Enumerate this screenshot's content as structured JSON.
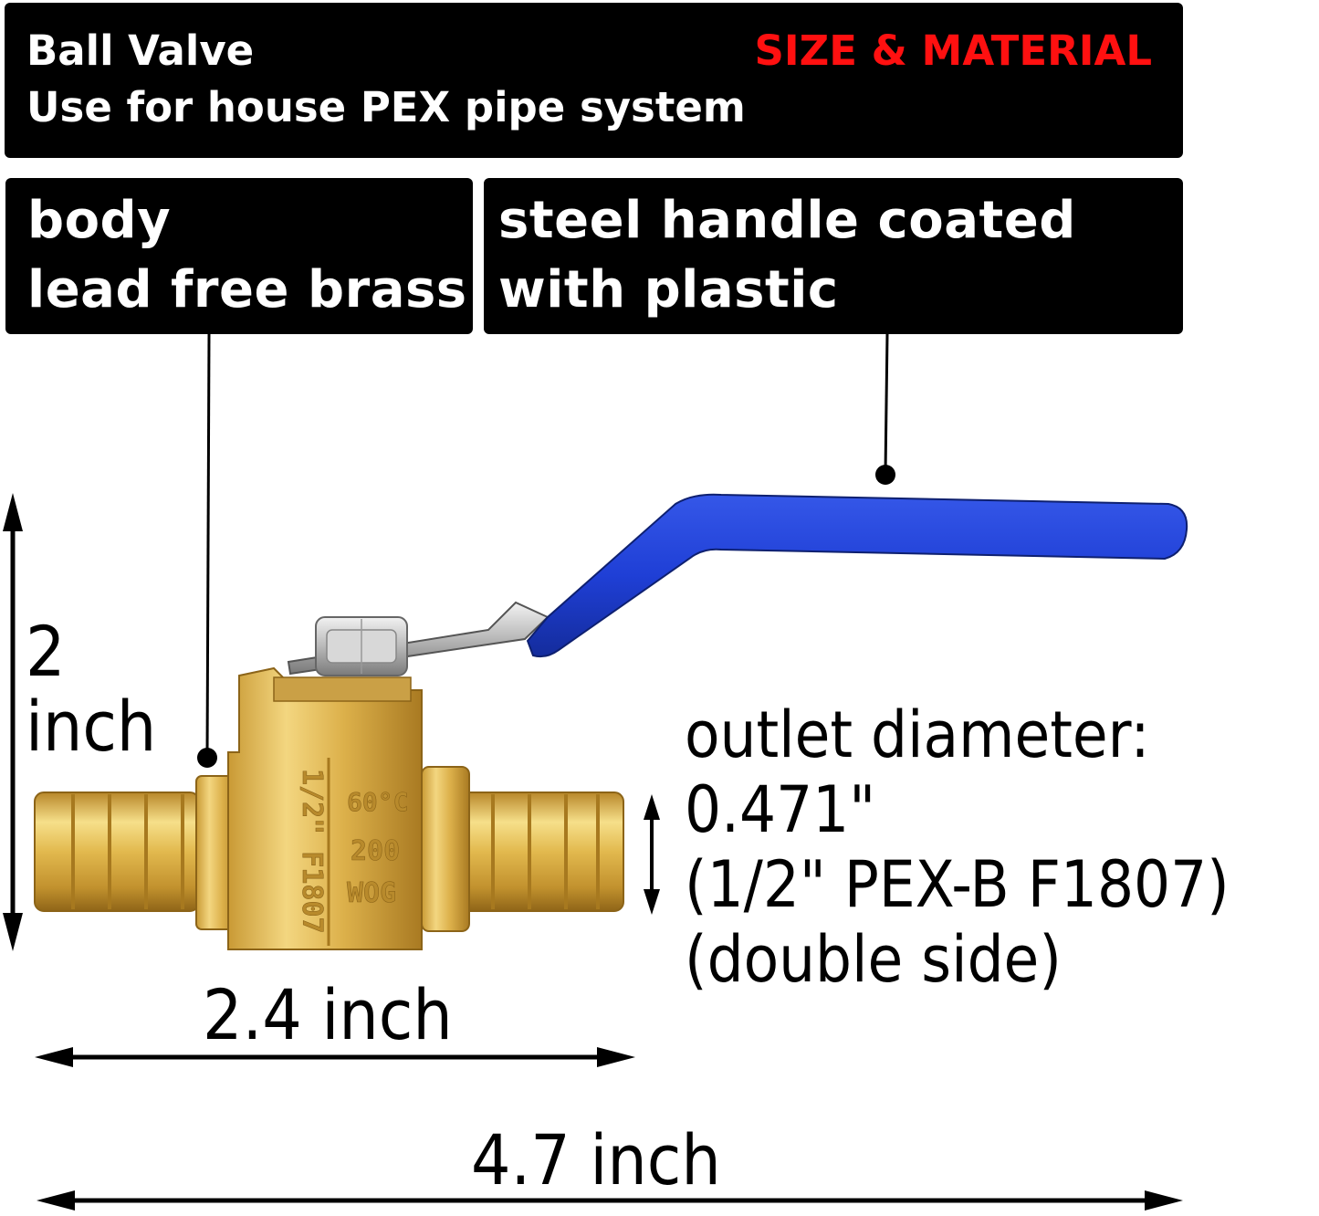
{
  "header": {
    "title": "Ball Valve",
    "subtitle": "Use for house PEX pipe system",
    "tag": "SIZE & MATERIAL",
    "tag_color": "#ff1010"
  },
  "callouts": {
    "body": {
      "line1": "body",
      "line2": "lead free brass"
    },
    "handle": {
      "line1": "steel handle coated",
      "line2": "with plastic"
    }
  },
  "dimensions": {
    "height_value": "2",
    "height_unit": "inch",
    "short_length": "2.4 inch",
    "total_length": "4.7 inch",
    "outlet": {
      "line1": "outlet diameter:",
      "line2": "0.471\"",
      "line3": "(1/2\" PEX-B F1807)",
      "line4": "(double side)"
    }
  },
  "valve": {
    "body_marking_1": "1/2\" F1807",
    "body_marking_2": "60°C",
    "body_marking_3": "200",
    "body_marking_4": "WOG",
    "handle_color": "#1f3fd6",
    "brass_color": "#d9b24a"
  }
}
